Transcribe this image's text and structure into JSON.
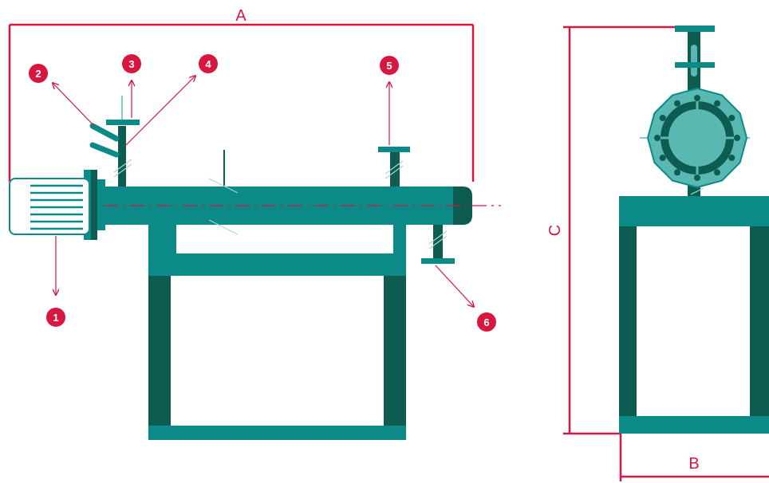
{
  "colors": {
    "teal": "#0b8a88",
    "dark_teal": "#0d5c52",
    "red": "#d7173f",
    "light_teal": "#5ab8b3",
    "motor_white": "#ffffff",
    "shaft_light": "#a9d9d6"
  },
  "dimensions": {
    "a": "A",
    "b": "B",
    "c": "C"
  },
  "callouts": [
    "1",
    "2",
    "3",
    "4",
    "5",
    "6"
  ]
}
